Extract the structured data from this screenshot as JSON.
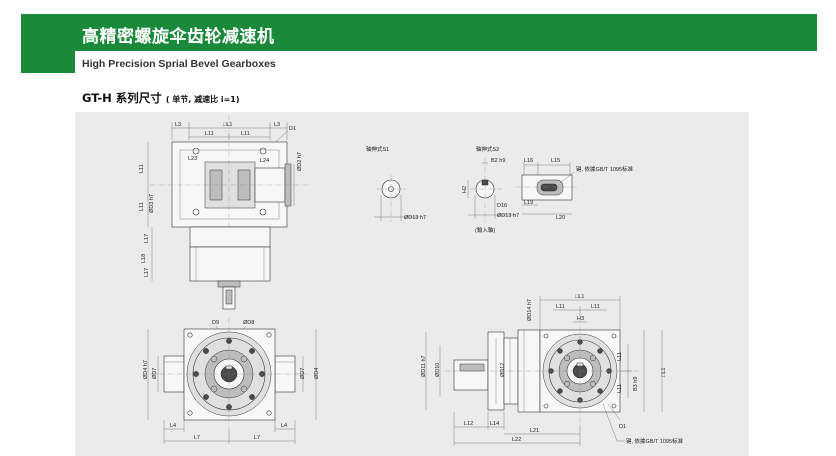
{
  "header": {
    "title_cn": "高精密螺旋伞齿轮减速机",
    "title_en": "High Precision Sprial Bevel Gearboxes",
    "accent_color": "#1a8a3a"
  },
  "section": {
    "title": "GT-H 系列尺寸",
    "subtitle": "( 单节, 减速比 i=1)"
  },
  "drawing": {
    "top_view": {
      "L3_left": "L3",
      "box_L1": "□L1",
      "L3_right": "L3",
      "D1": "D1",
      "L11_a": "L11",
      "L11_b": "L11",
      "L23": "L23",
      "L24": "L24",
      "D2": "ØD2 h7",
      "L11_v1": "L11",
      "L11_v2": "L11",
      "D3": "ØD3 h7",
      "L17_a": "L17",
      "L18": "L18",
      "L17_b": "L17"
    },
    "shaft_s1": {
      "label": "轴伸式S1",
      "D13": "ØD13 h7"
    },
    "shaft_s2": {
      "label": "轴伸式S2",
      "B2": "B2 h9",
      "H2": "H2",
      "D16": "D16",
      "D13": "ØD13 h7",
      "input_shaft": "(輸入軸)"
    },
    "key_detail": {
      "L16": "L16",
      "L15": "L15",
      "L19": "L19",
      "L20": "L20",
      "key_note": "键, 依據GB/T 1095标准"
    },
    "front_view": {
      "D9": "D9",
      "D8": "ØD8",
      "D4_left": "ØD4 h7",
      "D7_left": "ØD7",
      "D7_right": "ØD7",
      "D4_right": "ØD4",
      "L4_left": "L4",
      "L4_right": "L4",
      "L7_left": "L7",
      "L7_right": "L7"
    },
    "side_view": {
      "D14": "ØD14 h7",
      "box_L1": "□L1",
      "L11_a": "L11",
      "L11_b": "L11",
      "H3": "H3",
      "D11": "ØD11 h7",
      "D10": "ØD10",
      "D12": "ØD12",
      "L11_v1": "L11",
      "L11_v2": "L11",
      "B3": "B3 h9",
      "L1_v": "□L1",
      "D1": "D1",
      "L12": "L12",
      "L14": "L14",
      "L21": "L21",
      "L22": "L22",
      "key_note": "键, 依據GB/T 1095标准"
    }
  }
}
